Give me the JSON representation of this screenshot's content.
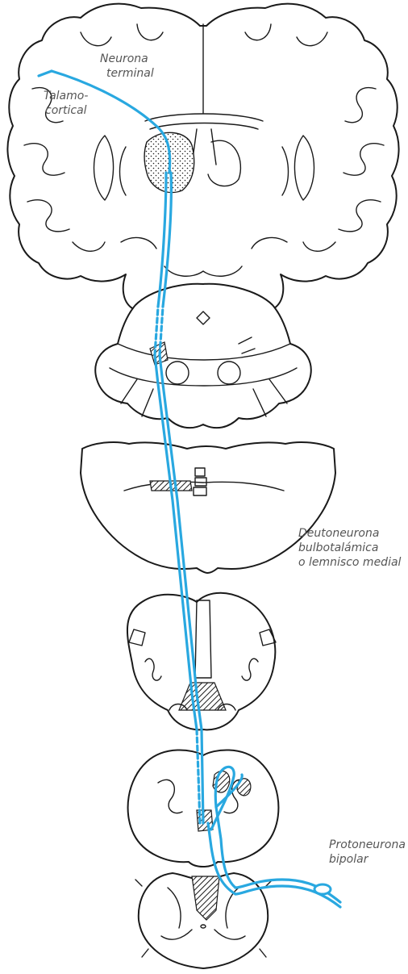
{
  "colors": {
    "pathway": "#29a8e0",
    "outline": "#1a1a1a",
    "label": "#555555"
  },
  "labels": {
    "neurona_terminal": [
      "Neurona",
      "terminal"
    ],
    "talamocortical": [
      "Talamo-",
      "cortical"
    ],
    "deutoneurona": [
      "Deutoneurona",
      "bulbotalámica",
      "o lemnisco medial"
    ],
    "protoneurona": [
      "Protoneurona",
      "bipolar"
    ]
  }
}
